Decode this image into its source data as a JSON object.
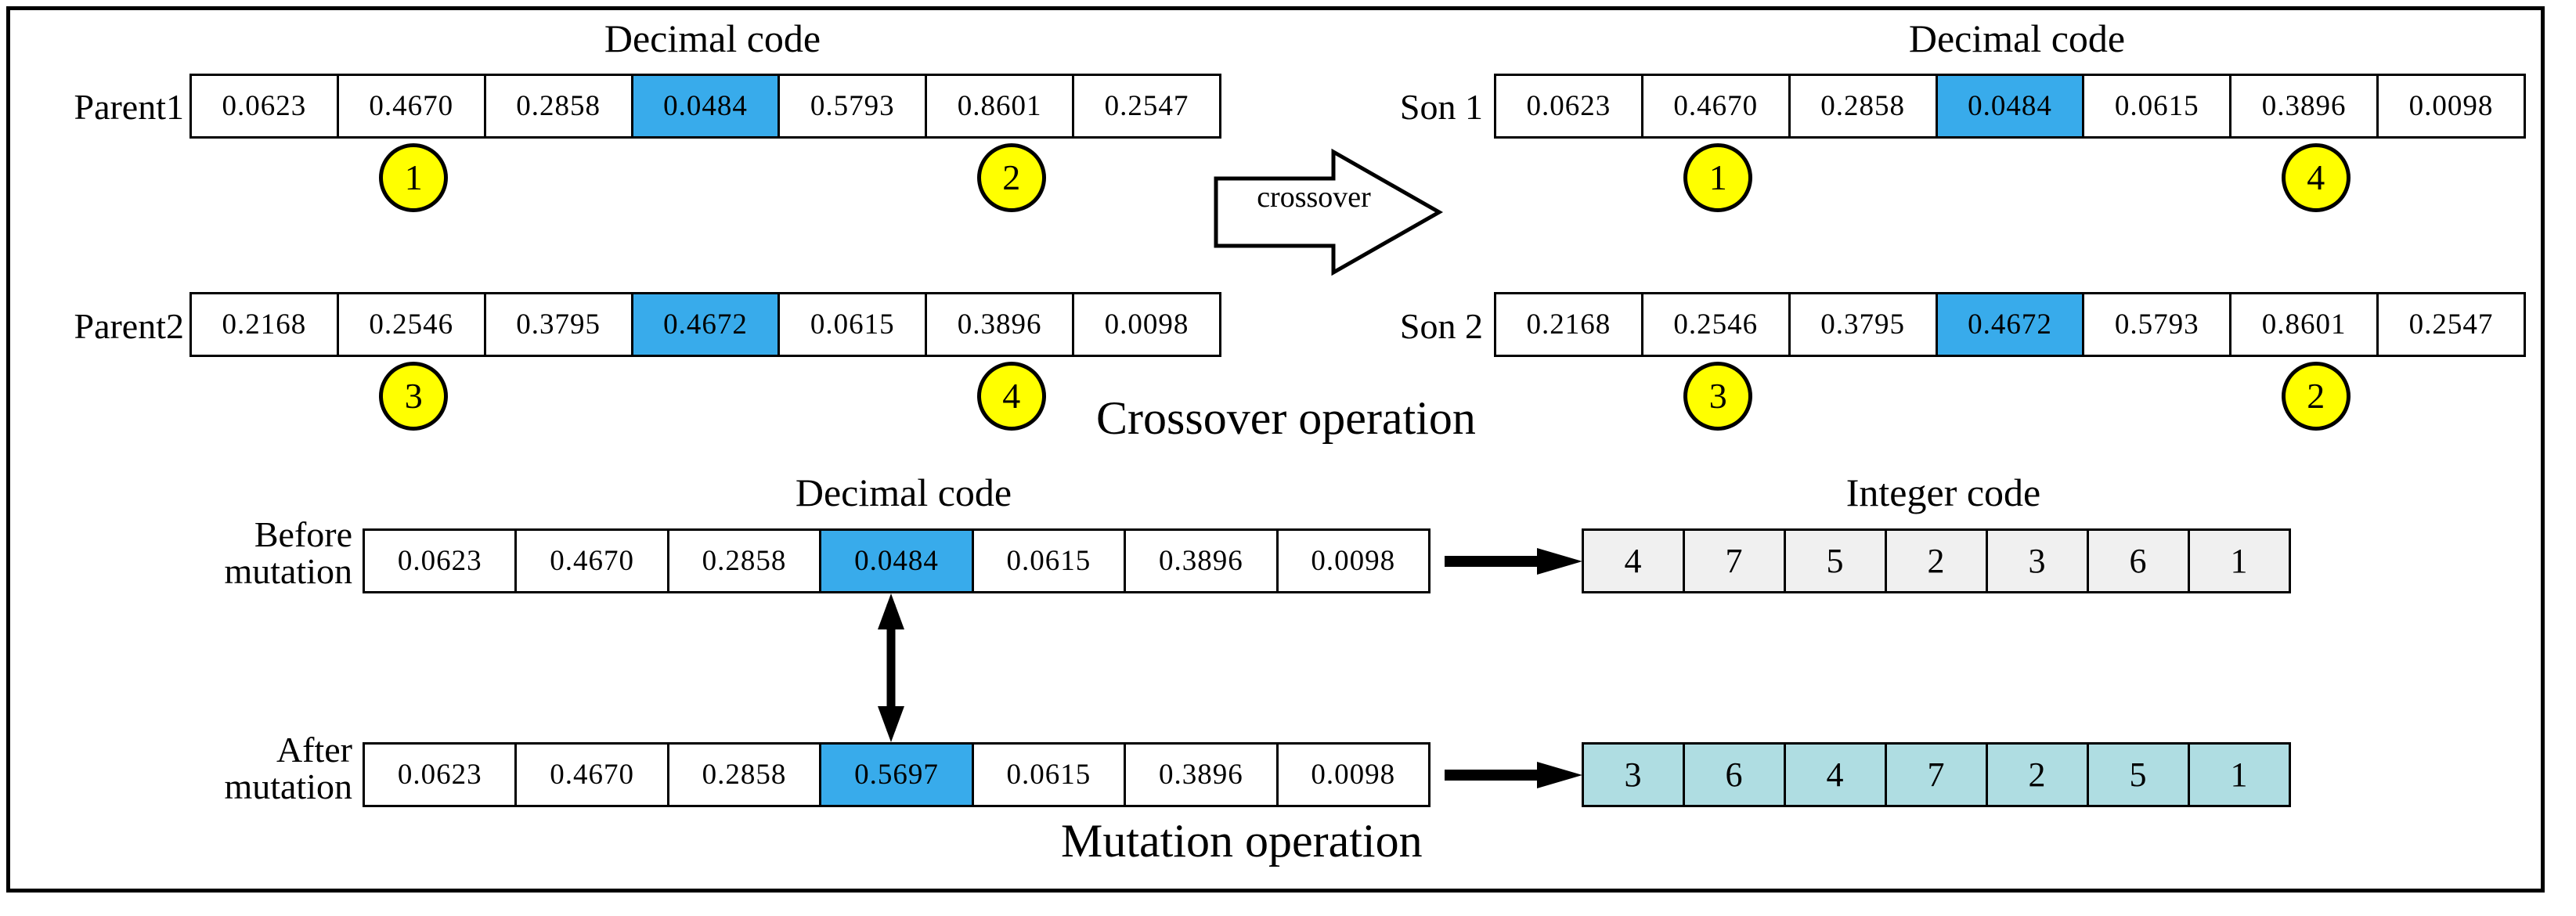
{
  "figure": {
    "crossover_caption": "Crossover operation",
    "mutation_caption": "Mutation operation",
    "crossover_arrow_label": "crossover",
    "headings": {
      "decimal_code_left": "Decimal code",
      "decimal_code_right": "Decimal code",
      "decimal_code_mutation": "Decimal code",
      "integer_code": "Integer code"
    }
  },
  "crossover": {
    "parent1": {
      "label": "Parent1",
      "cells": [
        "0.0623",
        "0.4670",
        "0.2858",
        "0.0484",
        "0.5793",
        "0.8601",
        "0.2547"
      ],
      "highlight_index": 3,
      "markers": [
        {
          "value": "1",
          "cell_index": 1
        },
        {
          "value": "2",
          "cell_index": 5
        }
      ]
    },
    "parent2": {
      "label": "Parent2",
      "cells": [
        "0.2168",
        "0.2546",
        "0.3795",
        "0.4672",
        "0.0615",
        "0.3896",
        "0.0098"
      ],
      "highlight_index": 3,
      "markers": [
        {
          "value": "3",
          "cell_index": 1
        },
        {
          "value": "4",
          "cell_index": 5
        }
      ]
    },
    "son1": {
      "label": "Son 1",
      "cells": [
        "0.0623",
        "0.4670",
        "0.2858",
        "0.0484",
        "0.0615",
        "0.3896",
        "0.0098"
      ],
      "highlight_index": 3,
      "markers": [
        {
          "value": "1",
          "cell_index": 1
        },
        {
          "value": "4",
          "cell_index": 5
        }
      ]
    },
    "son2": {
      "label": "Son 2",
      "cells": [
        "0.2168",
        "0.2546",
        "0.3795",
        "0.4672",
        "0.5793",
        "0.8601",
        "0.2547"
      ],
      "highlight_index": 3,
      "markers": [
        {
          "value": "3",
          "cell_index": 1
        },
        {
          "value": "2",
          "cell_index": 5
        }
      ]
    }
  },
  "mutation": {
    "before": {
      "label_line1": "Before",
      "label_line2": "mutation",
      "decimal_cells": [
        "0.0623",
        "0.4670",
        "0.2858",
        "0.0484",
        "0.0615",
        "0.3896",
        "0.0098"
      ],
      "highlight_index": 3,
      "integer_cells": [
        "4",
        "7",
        "5",
        "2",
        "3",
        "6",
        "1"
      ]
    },
    "after": {
      "label_line1": "After",
      "label_line2": "mutation",
      "decimal_cells": [
        "0.0623",
        "0.4670",
        "0.2858",
        "0.5697",
        "0.0615",
        "0.3896",
        "0.0098"
      ],
      "highlight_index": 3,
      "integer_cells": [
        "3",
        "6",
        "4",
        "7",
        "2",
        "5",
        "1"
      ]
    }
  },
  "colors": {
    "highlight_blue": "#38abeb",
    "marker_yellow": "#ffff00",
    "integer_before_gray": "#f0f0f0",
    "integer_after_cyan": "#afdde2",
    "outline_black": "#000000",
    "background_white": "#ffffff"
  }
}
